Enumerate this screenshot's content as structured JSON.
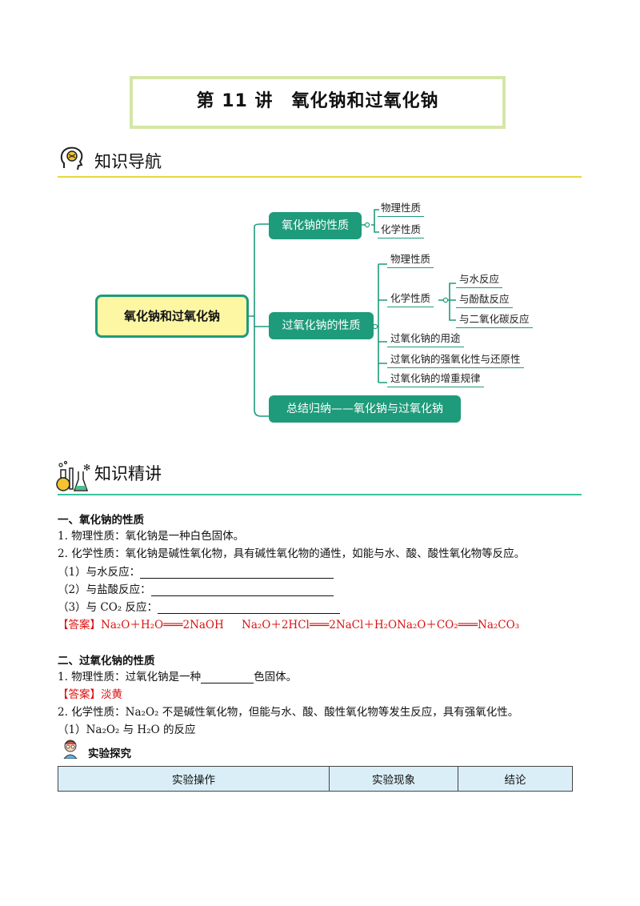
{
  "title": "第 11 讲　氧化钠和过氧化钠",
  "sections": {
    "nav": "知识导航",
    "lecture": "知识精讲"
  },
  "mindmap": {
    "root": "氧化钠和过氧化钠",
    "branches": [
      {
        "label": "氧化钠的性质",
        "leaves": [
          "物理性质",
          "化学性质"
        ]
      },
      {
        "label": "过氧化钠的性质",
        "leaves": [
          "物理性质",
          "化学性质",
          "过氧化钠的用途",
          "过氧化钠的强氧化性与还原性",
          "过氧化钠的增重规律"
        ],
        "sub_leaves": [
          "与水反应",
          "与酚酞反应",
          "与二氧化碳反应"
        ]
      },
      {
        "label": "总结归纳——氧化钠与过氧化钠",
        "leaves": []
      }
    ]
  },
  "part1": {
    "heading": "一、氧化钠的性质",
    "l1": "1. 物理性质：氧化钠是一种白色固体。",
    "l2": "2. 化学性质：氧化钠是碱性氧化物，具有碱性氧化物的通性，如能与水、酸、酸性氧化物等反应。",
    "q1": "（1）与水反应：",
    "q2": "（2）与盐酸反应：",
    "q3": "（3）与 CO₂ 反应：",
    "answer_label": "【答案】",
    "answers": [
      "Na₂O＋H₂O═══2NaOH",
      "Na₂O＋2HCl═══2NaCl＋H₂O",
      "Na₂O＋CO₂═══Na₂CO₃"
    ]
  },
  "part2": {
    "heading": "二、过氧化钠的性质",
    "l1a": "1. 物理性质：过氧化钠是一种",
    "l1b": "色固体。",
    "answer_label": "【答案】",
    "answer": "淡黄",
    "l2": "2. 化学性质：Na₂O₂ 不是碱性氧化物，但能与水、酸、酸性氧化物等发生反应，具有强氧化性。",
    "l3": "（1）Na₂O₂ 与 H₂O 的反应",
    "experiment": "实验探究",
    "table_headers": [
      "实验操作",
      "实验现象",
      "结论"
    ]
  }
}
